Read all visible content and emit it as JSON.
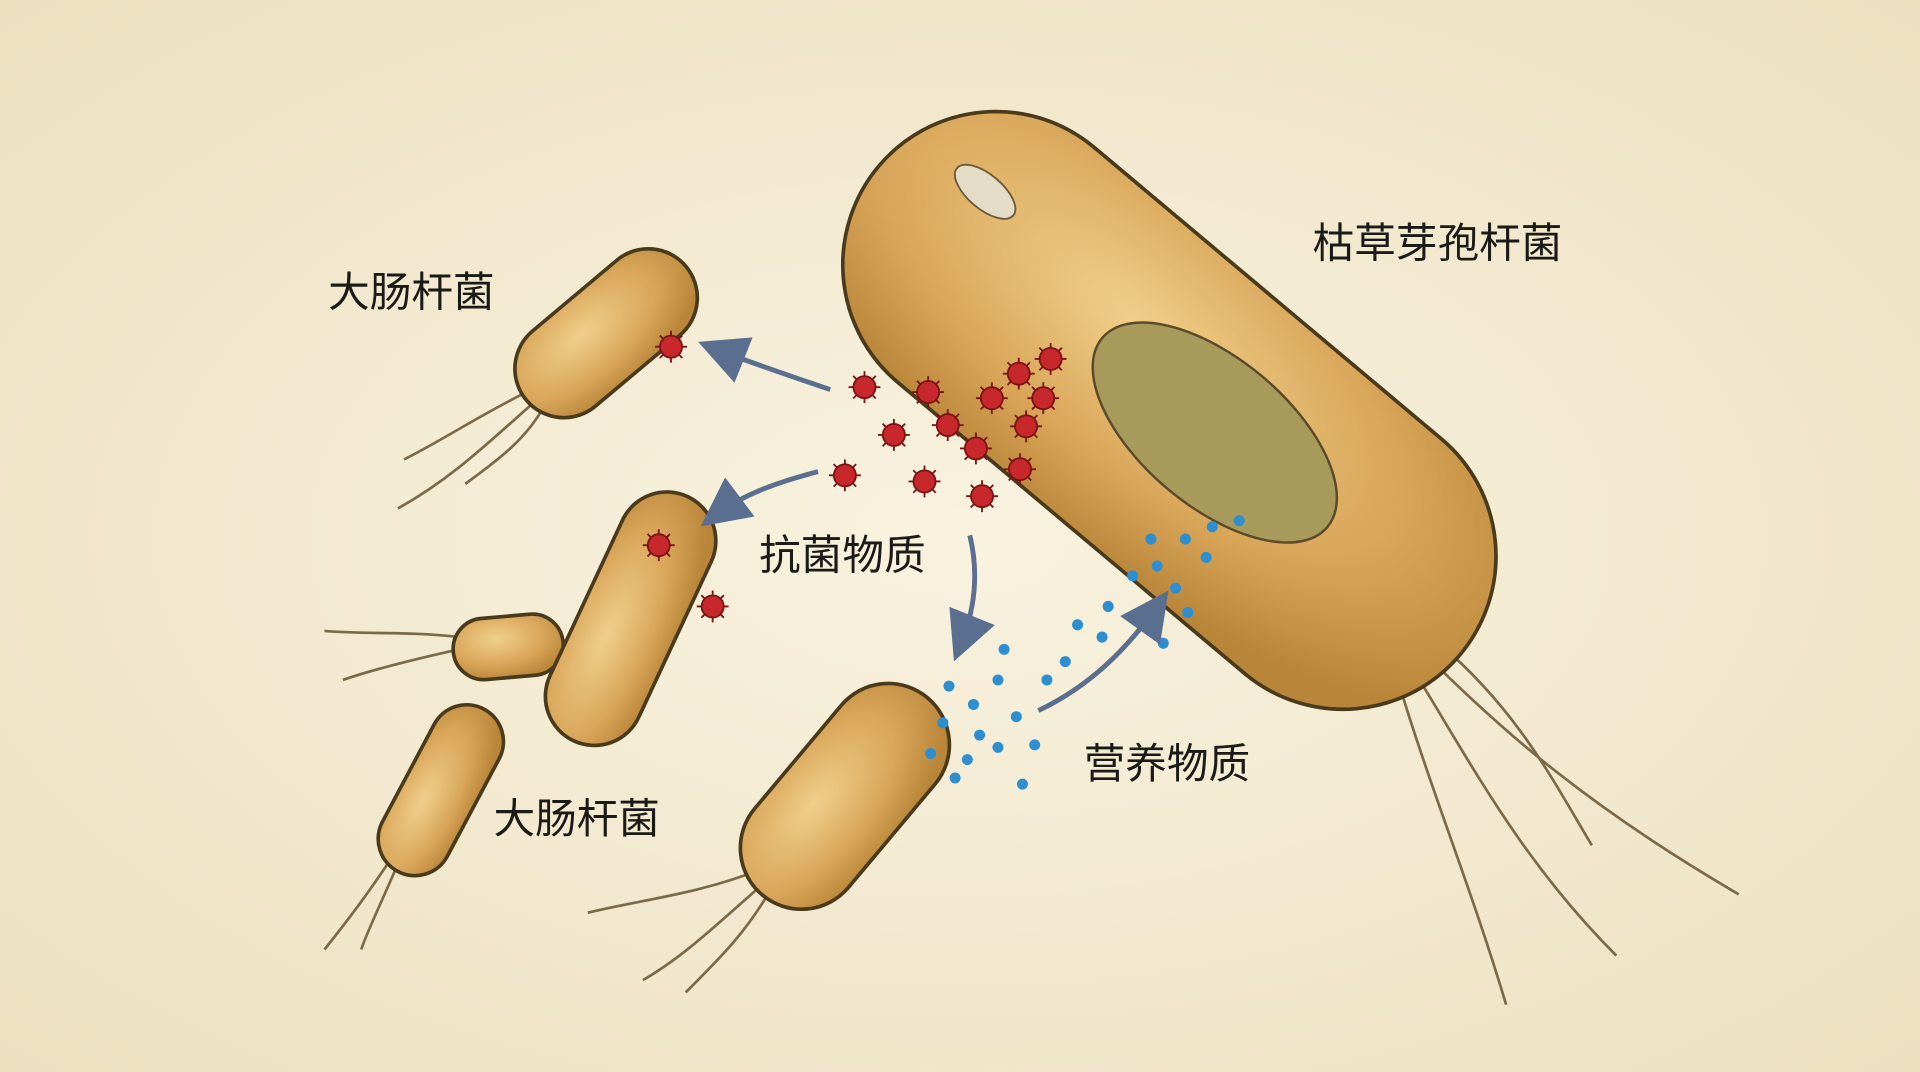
{
  "labels": {
    "ecoli_top": "大肠杆菌",
    "ecoli_bottom": "大肠杆菌",
    "bacillus": "枯草芽孢杆菌",
    "antibacterial": "抗菌物质",
    "nutrients": "营养物质"
  },
  "colors": {
    "background": "#f4ecd6",
    "bacterium_body": "#d8a75a",
    "antibacterial_particle": "#c8282c",
    "nutrient_particle": "#2e8fd0",
    "arrow": "#5a6e90"
  }
}
